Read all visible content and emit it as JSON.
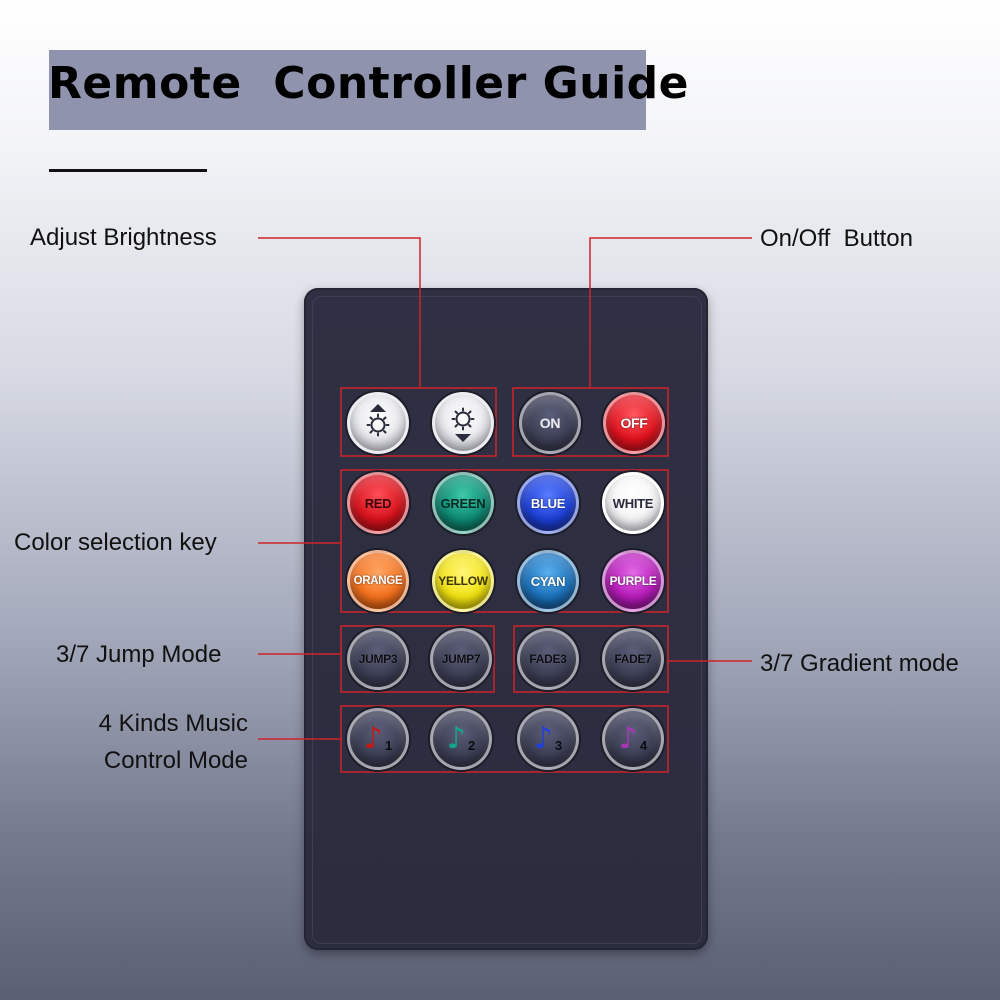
{
  "title": "Remote  Controller Guide",
  "labels": {
    "adjust_brightness": "Adjust Brightness",
    "on_off": "On/Off  Button",
    "color_selection": "Color selection key",
    "jump_mode": "3/7 Jump Mode",
    "gradient_mode": "3/7 Gradient mode",
    "music_line1": "4 Kinds Music",
    "music_line2": "Control Mode"
  },
  "buttons": {
    "power": [
      {
        "label": "ON",
        "color": "#3a3c52"
      },
      {
        "label": "OFF",
        "color": "#e0121e"
      }
    ],
    "colors_row1": [
      {
        "label": "RED",
        "color": "#d8121c"
      },
      {
        "label": "GREEN",
        "color": "#0e8a73"
      },
      {
        "label": "BLUE",
        "color": "#1d3fd6"
      },
      {
        "label": "WHITE",
        "color": "#f4f4f6"
      }
    ],
    "colors_row2": [
      {
        "label": "ORANGE",
        "color": "#f4701c"
      },
      {
        "label": "YELLOW",
        "color": "#f2e310"
      },
      {
        "label": "CYAN",
        "color": "#1b6fb8"
      },
      {
        "label": "PURPLE",
        "color": "#b51ab8"
      }
    ],
    "jump": [
      {
        "label": "JUMP3"
      },
      {
        "label": "JUMP7"
      }
    ],
    "fade": [
      {
        "label": "FADE3"
      },
      {
        "label": "FADE7"
      }
    ],
    "music": [
      {
        "num": "1",
        "note_color": "#c31a1a"
      },
      {
        "num": "2",
        "note_color": "#12a58a"
      },
      {
        "num": "3",
        "note_color": "#2140d8"
      },
      {
        "num": "4",
        "note_color": "#a936b8"
      }
    ]
  },
  "colors": {
    "callout_line": "#d2232a",
    "title_band": "#8f93ad",
    "remote_body": "#2f3043"
  }
}
